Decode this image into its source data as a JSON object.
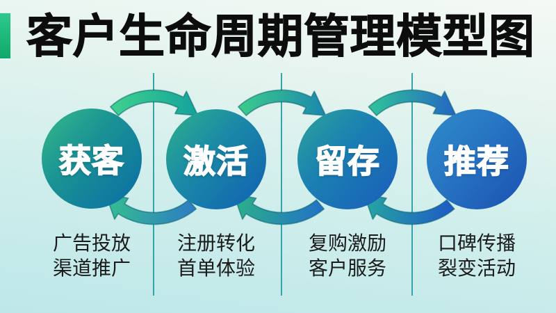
{
  "title": "客户生命周期管理模型图",
  "stages": [
    {
      "name": "获客",
      "details": [
        "广告投放",
        "渠道推广"
      ]
    },
    {
      "name": "激活",
      "details": [
        "注册转化",
        "首单体验"
      ]
    },
    {
      "name": "留存",
      "details": [
        "复购激励",
        "客户服务"
      ]
    },
    {
      "name": "推荐",
      "details": [
        "口碑传播",
        "裂变活动"
      ]
    }
  ],
  "colors": {
    "title": "#0d0d0d",
    "caption_text": "#1b1b1b",
    "stage_label": "#ffffff",
    "accent_bar": [
      "#2ec98d",
      "#0ea86a"
    ],
    "divider": "#33a4a8",
    "background_top": "#f4f9f5",
    "background_bottom": "#bee7e9",
    "circles": [
      [
        "#3cc386",
        "#1a9294",
        "#0e74a2"
      ],
      [
        "#33bc83",
        "#1b8aa6",
        "#1268b0"
      ],
      [
        "#2fae93",
        "#1b80b2",
        "#1a64b8"
      ],
      [
        "#3290cb",
        "#2776c3",
        "#1e58b5"
      ]
    ],
    "arrows_top": [
      [
        "#3ecf8f",
        "#13a29b"
      ],
      [
        "#3bc98b",
        "#1b86ae"
      ],
      [
        "#2fbf9b",
        "#2465c4"
      ]
    ],
    "arrows_bottom": [
      [
        "#2f7ec2",
        "#35c08d"
      ],
      [
        "#2374c4",
        "#2cb287"
      ],
      [
        "#1e5dc4",
        "#27a8a0"
      ]
    ],
    "arrow_outline": "rgba(10,100,110,0.55)"
  }
}
